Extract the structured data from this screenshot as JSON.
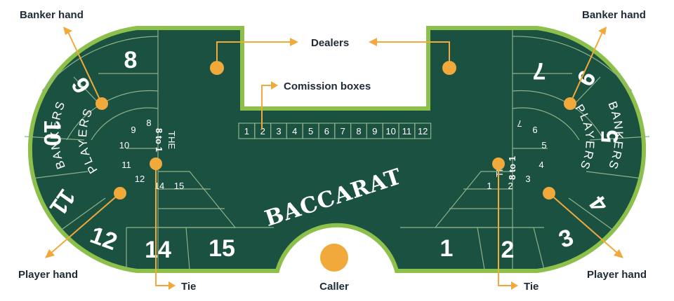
{
  "title": "BACCARAT",
  "callouts": {
    "banker_hand_left": "Banker hand",
    "banker_hand_right": "Banker hand",
    "dealers": "Dealers",
    "commission_boxes": "Comission boxes",
    "player_hand_left": "Player hand",
    "player_hand_right": "Player hand",
    "tie_left": "Tie",
    "tie_right": "Tie",
    "caller": "Caller"
  },
  "commission_boxes": [
    "1",
    "2",
    "3",
    "4",
    "5",
    "6",
    "7",
    "8",
    "9",
    "10",
    "11",
    "12"
  ],
  "left_side": {
    "outer_numbers": [
      "8",
      "9",
      "10",
      "11",
      "12",
      "14",
      "15"
    ],
    "inner_numbers": [
      "8",
      "9",
      "10",
      "11",
      "12",
      "14",
      "15"
    ],
    "bankers_label": "BANKERS",
    "players_label": "PLAYERS",
    "tie_label_top": "THE",
    "tie_label_bottom": "8 to 1"
  },
  "right_side": {
    "outer_numbers": [
      "7",
      "6",
      "5",
      "4",
      "3",
      "2",
      "1"
    ],
    "inner_numbers": [
      "7",
      "6",
      "5",
      "4",
      "3",
      "2",
      "1"
    ],
    "bankers_label": "BANKERS",
    "players_label": "PLAYERS",
    "tie_label_top": "THE",
    "tie_label_bottom": "8 to 1"
  },
  "colors": {
    "felt": "#1b5140",
    "rim": "#8cc04a",
    "marker": "#f2a93b",
    "text_dark": "#1f2a37"
  }
}
